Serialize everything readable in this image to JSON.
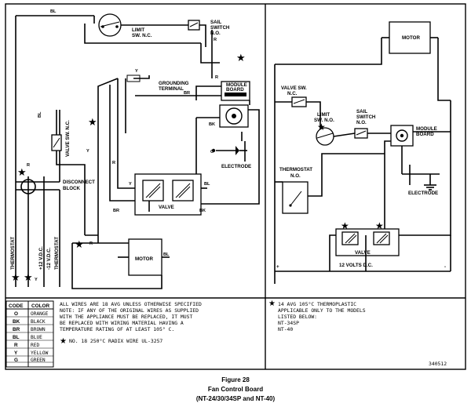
{
  "left_diagram": {
    "limit_switch": [
      "LIMIT",
      "SW. N.C."
    ],
    "sail_switch": [
      "SAIL",
      "SWITCH",
      "N.O."
    ],
    "grounding_terminal": [
      "GROUNDING",
      "TERMINAL"
    ],
    "module_board": [
      "MODULE",
      "BOARD"
    ],
    "valve_switch": "VALVE SW. N.C.",
    "disconnect_block": [
      "DISCONNECT",
      "BLOCK"
    ],
    "electrode": "ELECTRODE",
    "valve": "VALVE",
    "motor": "MOTOR",
    "thermostat_left": "THERMOSTAT",
    "thermostat_right": "THERMOSTAT",
    "vdc_plus": "+12 V.D.C.",
    "vdc_minus": "-12 V.D.C.",
    "wire_tags": {
      "bl_top": "BL",
      "r1": "R",
      "y1": "Y",
      "br1": "BR",
      "r2": "R",
      "bk1": "BK",
      "bl_left": "BL",
      "y2": "Y",
      "r3": "R",
      "o": "O",
      "y3": "Y",
      "bl2": "BL",
      "br2": "BR",
      "bk2": "BK",
      "r4": "R",
      "bl3": "BL",
      "r_term": "R",
      "y_term": "Y"
    }
  },
  "right_diagram": {
    "motor": "MOTOR",
    "valve_switch": [
      "VALVE SW.",
      "N.C."
    ],
    "limit_switch": [
      "LIMIT",
      "SW. N.O."
    ],
    "sail_switch": [
      "SAIL",
      "SWITCH",
      "N.O."
    ],
    "module_board": [
      "MODULE",
      "BOARD"
    ],
    "thermostat": [
      "THERMOSTAT",
      "N.O."
    ],
    "electrode": "ELECTRODE",
    "valve": "VALVE",
    "supply": "12 VOLTS D.C.",
    "plus": "+",
    "minus": "-"
  },
  "legend": {
    "headers": [
      "CODE",
      "COLOR"
    ],
    "rows": [
      {
        "code": "O",
        "color": "ORANGE"
      },
      {
        "code": "BK",
        "color": "BLACK"
      },
      {
        "code": "BR",
        "color": "BROWN"
      },
      {
        "code": "BL",
        "color": "BLUE"
      },
      {
        "code": "R",
        "color": "RED"
      },
      {
        "code": "Y",
        "color": "YELLOW"
      },
      {
        "code": "G",
        "color": "GREEN"
      }
    ]
  },
  "notes_left": [
    "ALL WIRES ARE 18 AVG UNLESS OTHERWISE SPECIFIED",
    "NOTE: IF ANY OF THE ORIGINAL WIRES AS SUPPLIED",
    "WITH THE APPLIANCE MUST BE REPLACED, IT MUST",
    "BE REPLACED WITH WIRING MATERIAL HAVING A",
    "TEMPERATURE RATING OF AT LEAST 105° C."
  ],
  "note_star": "NO. 18 250°C RADIX WIRE UL-3257",
  "notes_right": [
    "14 AVG 105°C THERMOPLASTIC",
    "APPLICABLE ONLY TO THE MODELS",
    "LISTED BELOW:",
    "NT-34SP",
    "NT-40"
  ],
  "part_number": "340512",
  "caption": {
    "figure": "Figure 28",
    "title": "Fan Control Board",
    "models": "(NT-24/30/34SP and NT-40)"
  }
}
